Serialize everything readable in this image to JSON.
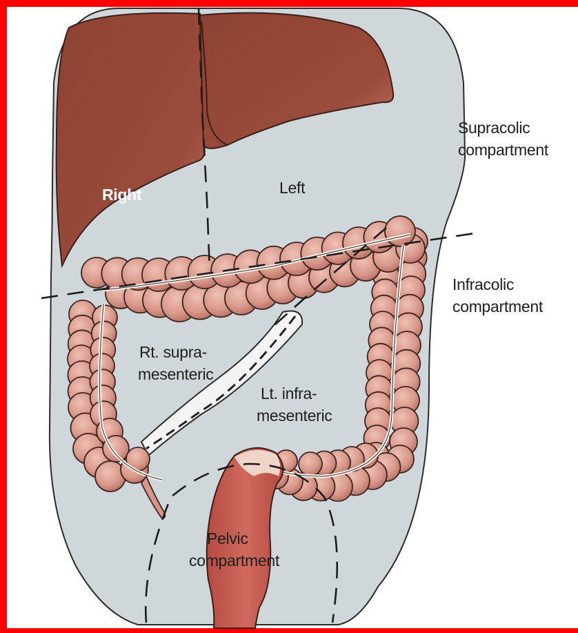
{
  "regions": {
    "liver_right": "Right",
    "liver_left": "Left",
    "rt_supramesenteric_line1": "Rt. supra-",
    "rt_supramesenteric_line2": "mesenteric",
    "lt_inframesenteric_line1": "Lt. infra-",
    "lt_inframesenteric_line2": "mesenteric",
    "pelvic_line1": "Pelvic",
    "pelvic_line2": "compartment"
  },
  "side_labels": {
    "supracolic_line1": "Supracolic",
    "supracolic_line2": "compartment",
    "infracolic_line1": "Infracolic",
    "infracolic_line2": "compartment"
  },
  "colors": {
    "frame": "#ff0000",
    "abdomen": "#cfd7db",
    "liver": "#9b4a3a",
    "colon": "#d8958a",
    "colon_outline": "#3a2420",
    "rectum": "#c4584c"
  }
}
